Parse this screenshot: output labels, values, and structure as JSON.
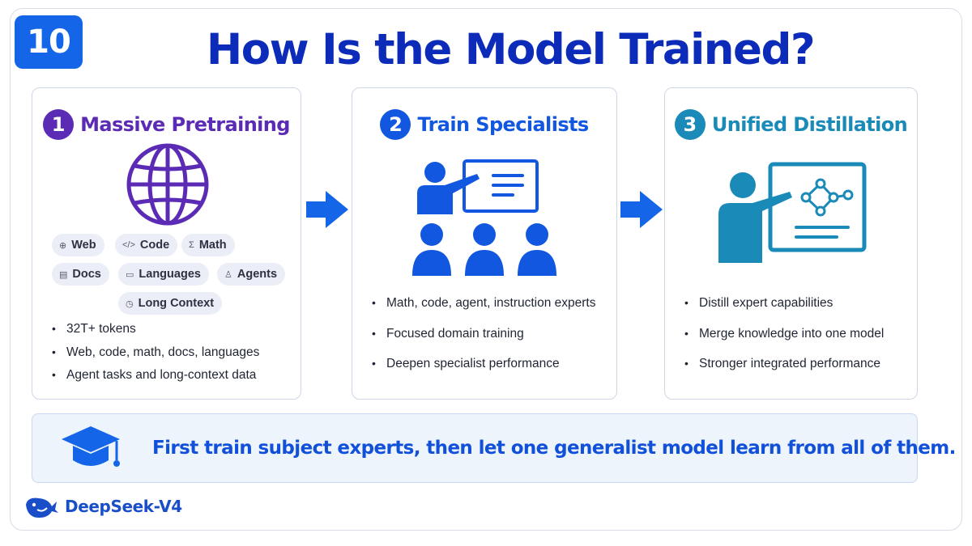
{
  "badge": "10",
  "title": "How Is the Model Trained?",
  "colors": {
    "step1": "#5b2bb5",
    "step2": "#1257e0",
    "step3": "#1a8ab8",
    "title": "#0b2bb8",
    "banner_text": "#1150d8"
  },
  "steps": [
    {
      "number": "1",
      "title": "Massive Pretraining",
      "illustration": "globe-icon",
      "chips": [
        {
          "icon": "globe-icon",
          "label": "Web"
        },
        {
          "icon": "code-icon",
          "label": "Code"
        },
        {
          "icon": "sigma-icon",
          "label": "Math"
        },
        {
          "icon": "document-icon",
          "label": "Docs"
        },
        {
          "icon": "chat-icon",
          "label": "Languages"
        },
        {
          "icon": "person-icon",
          "label": "Agents"
        },
        {
          "icon": "clock-icon",
          "label": "Long Context"
        }
      ],
      "bullets": [
        "32T+ tokens",
        "Web, code, math, docs, languages",
        "Agent tasks and long-context data"
      ]
    },
    {
      "number": "2",
      "title": "Train Specialists",
      "illustration": "teacher-with-students-icon",
      "bullets": [
        "Math, code, agent, instruction experts",
        "Focused domain training",
        "Deepen specialist performance"
      ]
    },
    {
      "number": "3",
      "title": "Unified Distillation",
      "illustration": "presenter-with-network-board-icon",
      "bullets": [
        "Distill expert capabilities",
        "Merge knowledge into one model",
        "Stronger integrated performance"
      ]
    }
  ],
  "banner": {
    "icon": "graduation-cap-icon",
    "text": "First train subject experts, then let one generalist model learn from all of them."
  },
  "brand": {
    "icon": "whale-logo-icon",
    "name": "DeepSeek-V4"
  }
}
